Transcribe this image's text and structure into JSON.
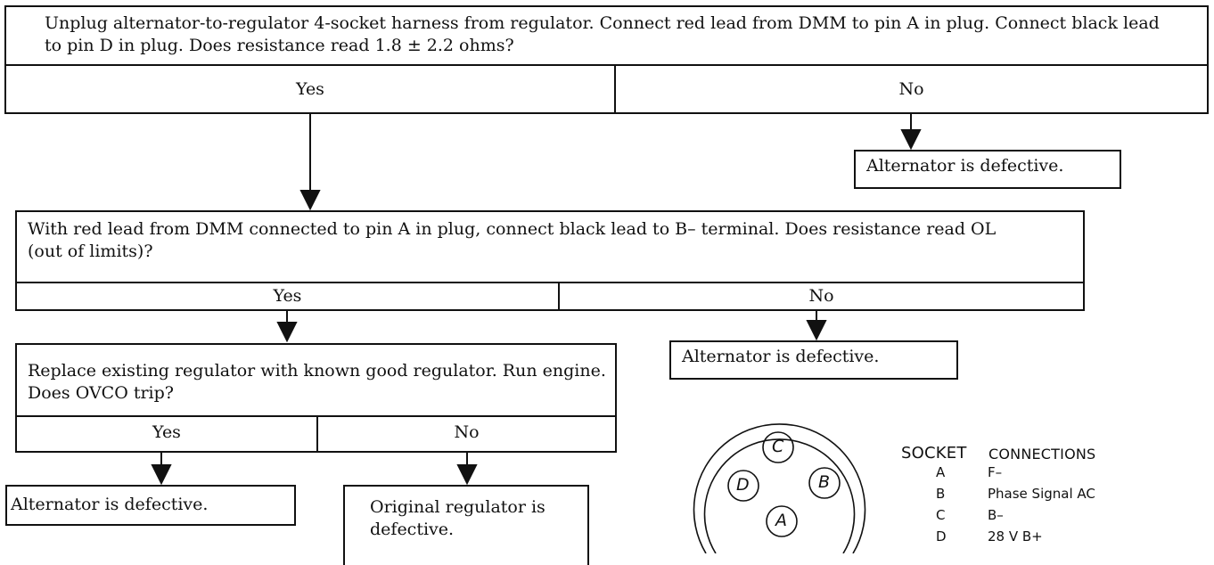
{
  "flowchart": {
    "q1": {
      "text": "Unplug alternator-to-regulator 4-socket harness from regulator. Connect red lead from DMM to pin A in plug. Connect black lead to pin D in plug. Does resistance read 1.8 ± 2.2 ohms?",
      "yes": "Yes",
      "no": "No",
      "no_result": "Alternator is defective."
    },
    "q2": {
      "text": "With red lead from DMM connected to pin A in plug, connect black lead to B– terminal. Does resistance read OL (out of limits)?",
      "yes": "Yes",
      "no": "No",
      "no_result": "Alternator is defective."
    },
    "q3": {
      "text": "Replace existing regulator with known good regulator. Run engine. Does OVCO trip?",
      "yes": "Yes",
      "no": "No",
      "yes_result": "Alternator is defective.",
      "no_result": "Original regulator is defective."
    }
  },
  "connector": {
    "pins": [
      "C",
      "D",
      "B",
      "A"
    ]
  },
  "legend": {
    "title_a": "SOCKET",
    "title_b": "CONNECTIONS",
    "rows": [
      {
        "pin": "A",
        "signal": "F–"
      },
      {
        "pin": "B",
        "signal": "Phase Signal AC"
      },
      {
        "pin": "C",
        "signal": "B–"
      },
      {
        "pin": "D",
        "signal": "28 V B+"
      }
    ]
  }
}
